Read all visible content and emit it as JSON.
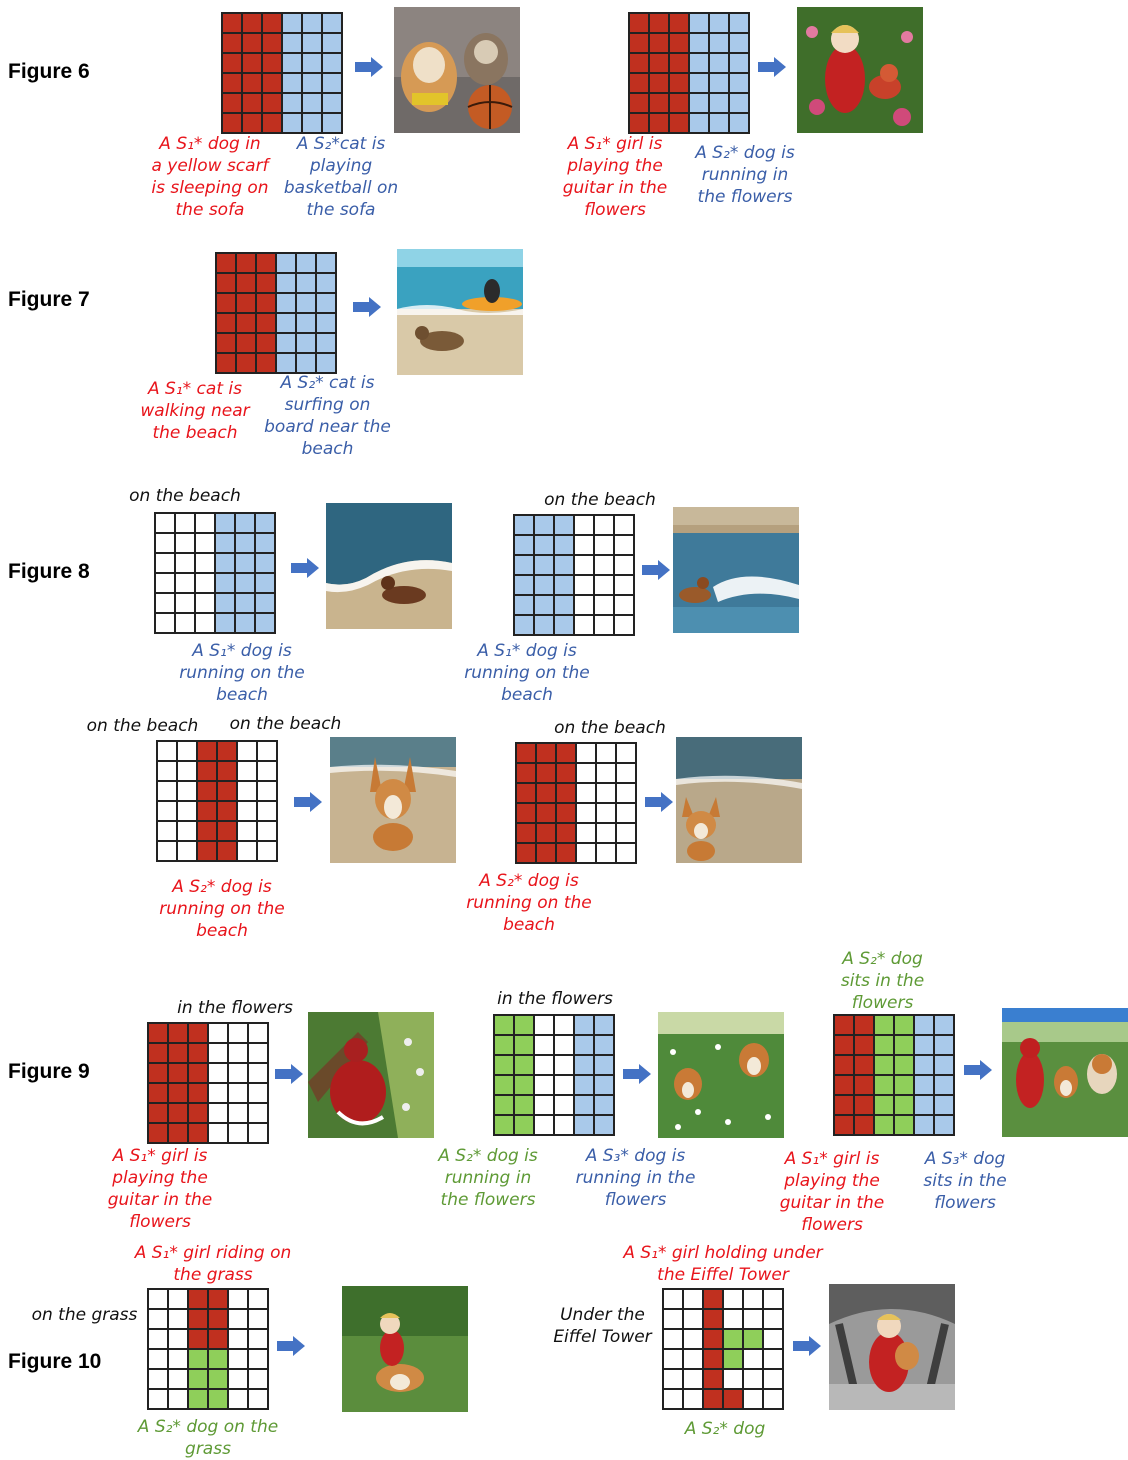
{
  "figures": {
    "fig6": {
      "label": "Figure 6",
      "left": {
        "red": "A S₁* dog in\na yellow scarf\nis sleeping on\nthe sofa",
        "blue": "A S₂*cat is\nplaying\nbasketball on\nthe sofa"
      },
      "right": {
        "red": "A S₁* girl is\nplaying the\nguitar in the\nflowers",
        "blue": "A S₂* dog is\nrunning in\nthe flowers"
      }
    },
    "fig7": {
      "label": "Figure 7",
      "red": "A S₁* cat is\nwalking near\nthe beach",
      "blue": "A S₂* cat is\nsurfing on\nboard near the\nbeach"
    },
    "fig8": {
      "label": "Figure 8",
      "tl_top": "on the beach",
      "tl_cap": "A S₁* dog is\nrunning on the\nbeach",
      "tr_top": "on the beach",
      "tr_cap": "A S₁* dog is\nrunning on the\nbeach",
      "bl_top_left": "on the beach",
      "bl_top_right": "on the beach",
      "bl_cap": "A S₂* dog is\nrunning on the\nbeach",
      "br_top": "on the beach",
      "br_cap": "A S₂* dog is\nrunning on the\nbeach"
    },
    "fig9": {
      "label": "Figure 9",
      "a_top": "in the flowers",
      "a_cap": "A S₁* girl is\nplaying the\nguitar in the\nflowers",
      "b_top": "in the flowers",
      "b_green": "A S₂* dog is\nrunning in\nthe flowers",
      "b_blue": "A S₃* dog is\nrunning in the\nflowers",
      "c_top": "A S₂* dog\nsits in the\nflowers",
      "c_red": "A S₁* girl is\nplaying the\nguitar in the\nflowers",
      "c_blue": "A S₃* dog\nsits in the\nflowers"
    },
    "fig10": {
      "label": "Figure 10",
      "a_top": "A S₁* girl riding on\nthe grass",
      "a_left": "on the grass",
      "a_bottom": "A S₂* dog on the\ngrass",
      "b_top": "A S₁* girl holding under\nthe Eiffel Tower",
      "b_left": "Under the\nEiffel Tower",
      "b_bottom": "A S₂* dog"
    }
  },
  "colors": {
    "red": "#c0301f",
    "blue": "#a9c9ea",
    "green": "#8fcf5a",
    "arrow": "#4472c4",
    "red_text": "#e8141b",
    "blue_text": "#3a5ea8",
    "green_text": "#5e9a35"
  }
}
